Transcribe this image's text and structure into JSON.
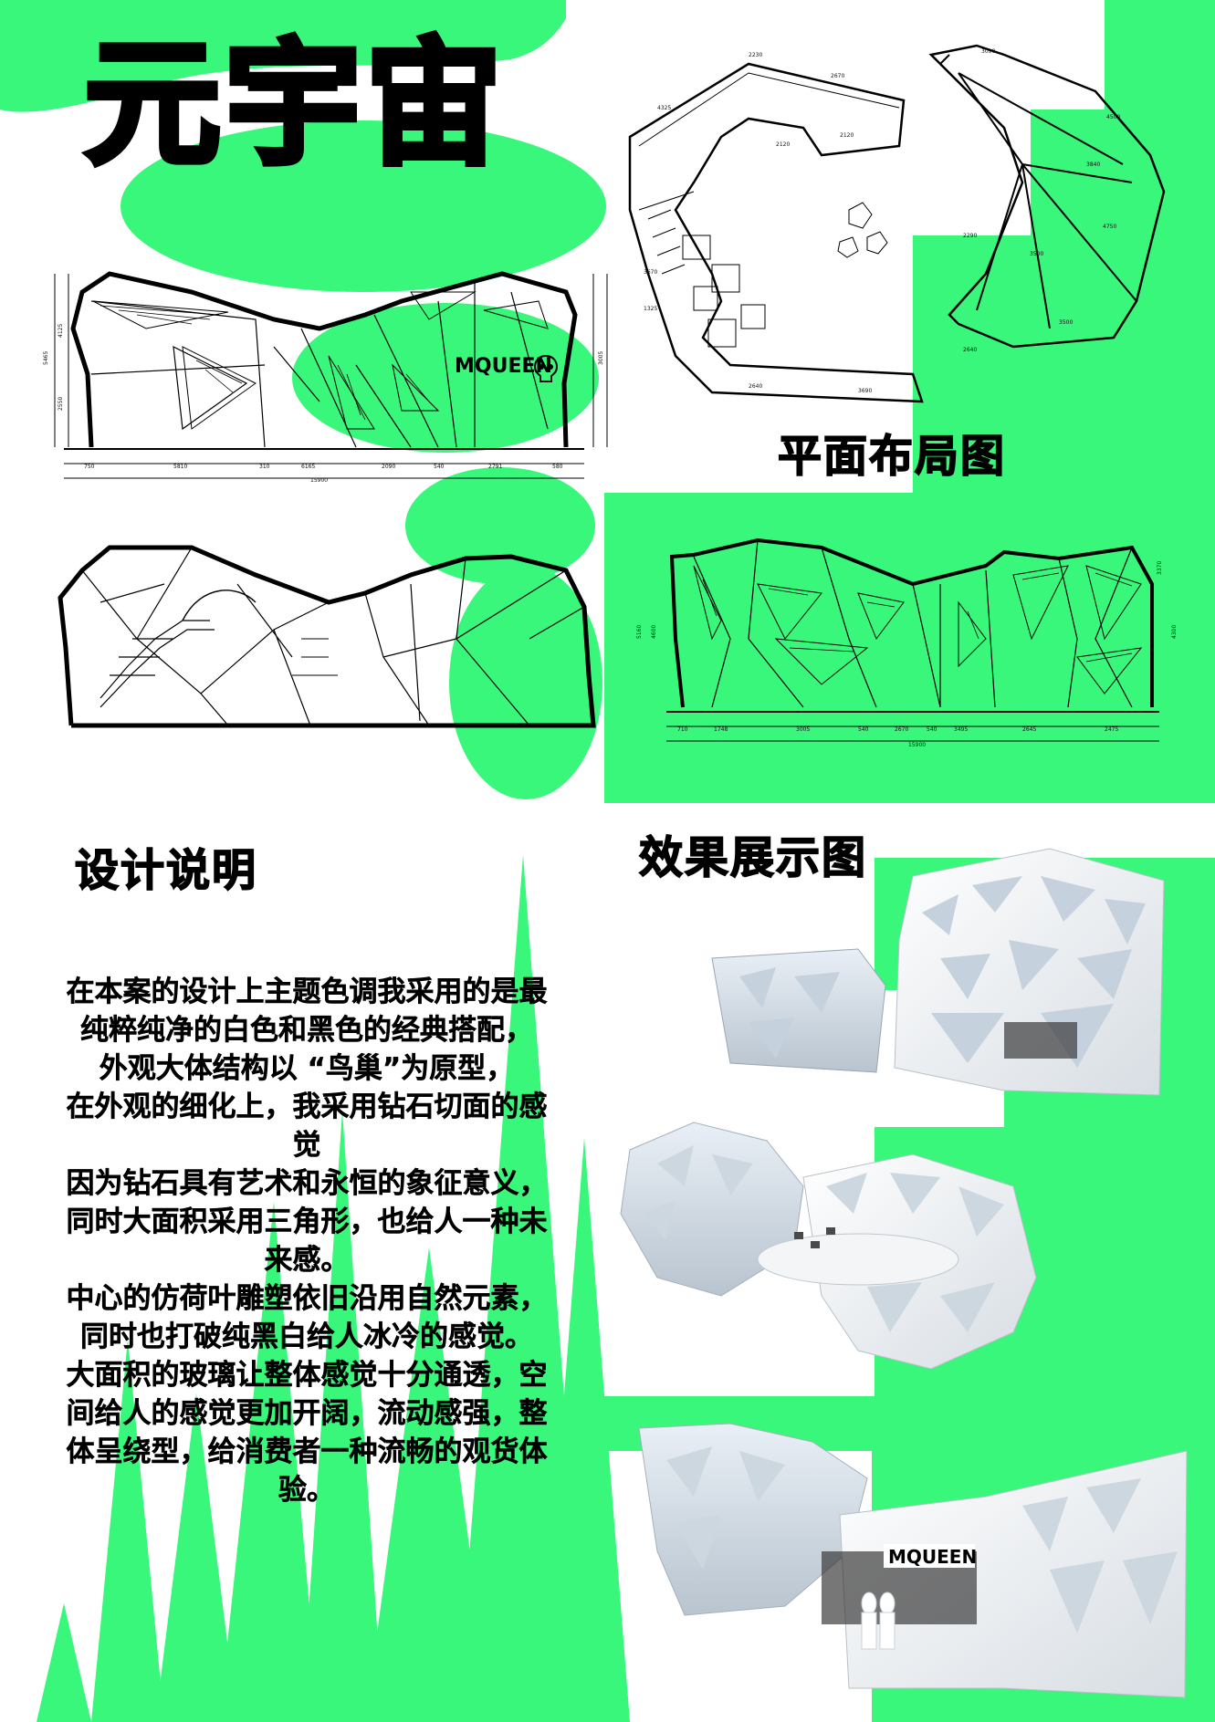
{
  "poster": {
    "title": "元宇宙",
    "accent_color": "#38f77a",
    "headings": {
      "plan": "平面布局图",
      "design": "设计说明",
      "renderings": "效果展示图"
    },
    "elevation_labels": {
      "brand": "MQUEEN",
      "top_total": "15900",
      "top_segments": [
        "750",
        "5810",
        "310",
        "6165",
        "2090",
        "540",
        "2791",
        "580"
      ],
      "top_heights": [
        "5465",
        "4125",
        "2550",
        "3005"
      ],
      "right_total": "15900",
      "right_segments": [
        "710",
        "1748",
        "3005",
        "540",
        "2670",
        "540",
        "3495",
        "2645",
        "2475"
      ],
      "right_heights": [
        "5160",
        "4600",
        "3370",
        "4300"
      ]
    },
    "plan_labels": {
      "left_room": [
        "2230",
        "2670",
        "2120",
        "2120",
        "4325",
        "3690",
        "2640",
        "3670",
        "1325"
      ],
      "right_room": [
        "3090",
        "4500",
        "3840",
        "4750",
        "3500",
        "2290",
        "3500",
        "2640"
      ]
    },
    "description": [
      "在本案的设计上主题色调我采用的是最纯粹纯净的白色和黑色的经典搭配，",
      "外观大体结构以 “鸟巢”为原型，",
      "在外观的细化上，我采用钻石切面的感觉",
      "因为钻石具有艺术和永恒的象征意义，同时大面积采用三角形，也给人一种未来感。",
      "中心的仿荷叶雕塑依旧沿用自然元素，同时也打破纯黑白给人冰冷的感觉。",
      "大面积的玻璃让整体感觉十分通透，空间给人的感觉更加开阔，流动感强，整体呈绕型，给消费者一种流畅的观货体验。"
    ],
    "render_sign": "MQUEEN",
    "icons": [
      "skull-icon"
    ]
  }
}
